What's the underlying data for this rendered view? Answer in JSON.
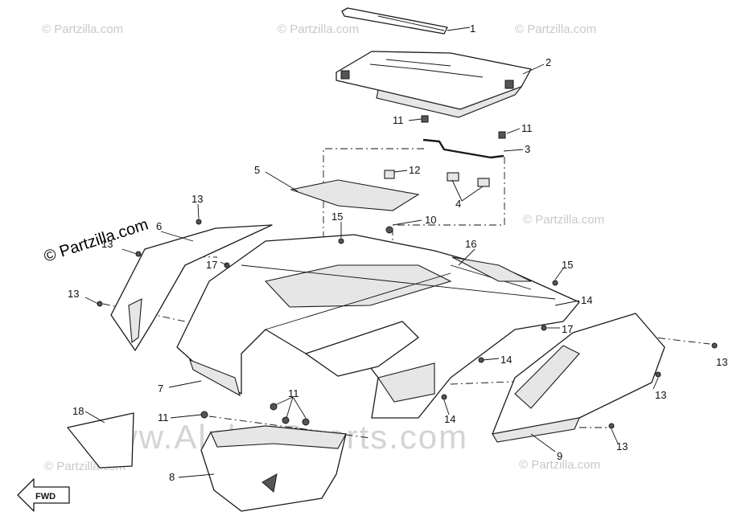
{
  "watermarks": {
    "small": "© Partzilla.com",
    "large": "© Partzilla.com",
    "center": "www.Alpha-Sports.com"
  },
  "callouts": [
    "1",
    "2",
    "3",
    "4",
    "5",
    "6",
    "7",
    "8",
    "9",
    "10",
    "11",
    "11",
    "11",
    "11",
    "12",
    "13",
    "13",
    "13",
    "13",
    "13",
    "13",
    "14",
    "14",
    "14",
    "15",
    "15",
    "16",
    "17",
    "17",
    "18"
  ],
  "fwd_label": "FWD",
  "colors": {
    "line": "#1a1a1a",
    "watermark": "#c9c9c9",
    "shade": "#e6e6e6"
  }
}
